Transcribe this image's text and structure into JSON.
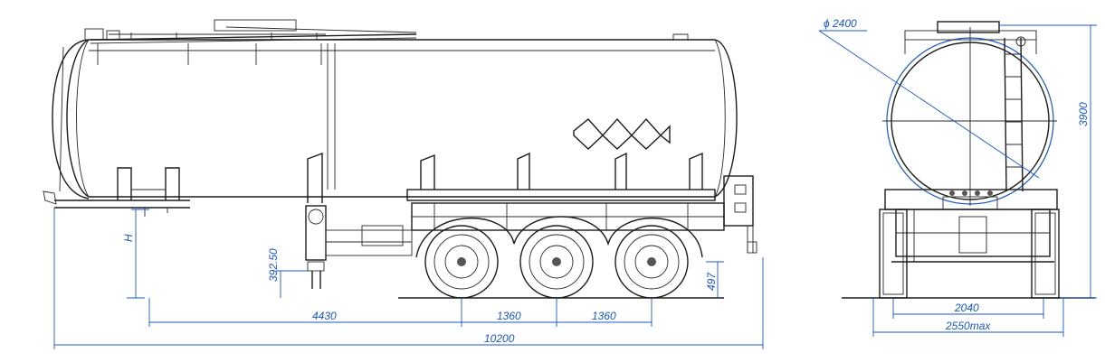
{
  "drawing": {
    "side_view": {
      "dimensions": {
        "height_label": "H",
        "king_pin_height": "392.50",
        "wheel_ground_height": "497",
        "king_pin_to_axle": "4430",
        "axle_spacing_1": "1360",
        "axle_spacing_2": "1360",
        "overall_length": "10200"
      }
    },
    "rear_view": {
      "dimensions": {
        "tank_diameter": "ϕ 2400",
        "overall_height": "3900",
        "track_width": "2040",
        "overall_width": "2550max"
      }
    },
    "colors": {
      "drawing_line": "#1c1c1c",
      "dimension": "#1a55cc"
    }
  }
}
